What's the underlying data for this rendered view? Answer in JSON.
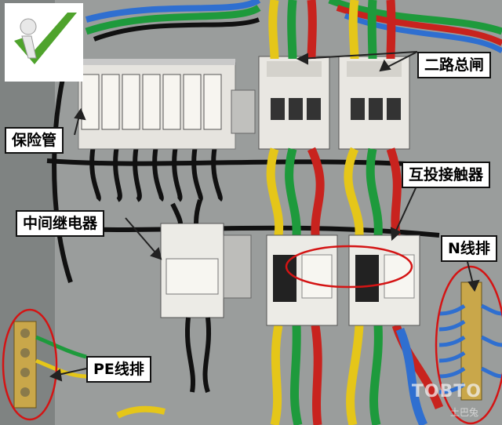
{
  "labels": {
    "fuse": "保险管",
    "two_way_main_switch": "二路总闸",
    "interlock_contactor": "互投接触器",
    "intermediate_relay": "中间继电器",
    "n_busbar": "N线排",
    "pe_busbar": "PE线排"
  },
  "watermark": {
    "main": "TOBTO",
    "sub": "土巴兔"
  },
  "colors": {
    "panel": "#9a9d9c",
    "wire_yellow": "#e5c619",
    "wire_green": "#1e9a3c",
    "wire_red": "#c8231e",
    "wire_blue": "#2f6fd0",
    "wire_black": "#111111",
    "highlight_ellipse": "#d41414"
  }
}
